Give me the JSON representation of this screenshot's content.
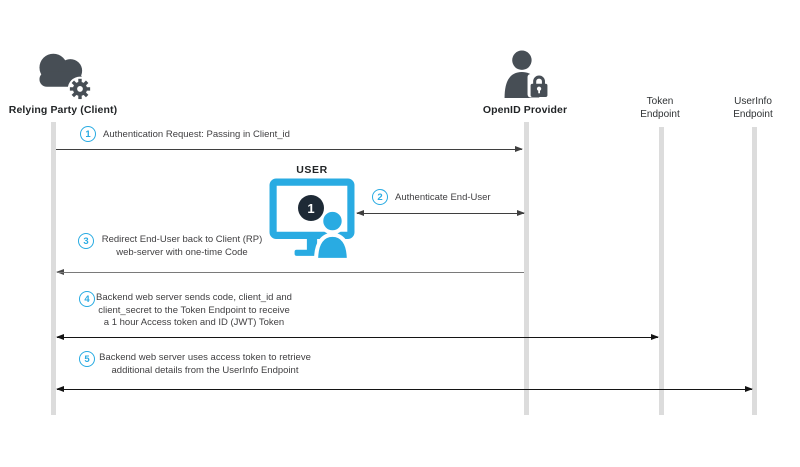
{
  "colors": {
    "accent_cyan": "#29ABE2",
    "icon_dark": "#474E55",
    "badge_dark": "#1E2A36",
    "lifeline_gray": "#DCDCDC",
    "arrow_dark": "#141414",
    "arrow_gray": "#7A7A7A",
    "text_dark": "#414042"
  },
  "icons": {
    "relying_party": "cloud-gear-icon",
    "openid_provider": "user-lock-icon",
    "user": "monitor-user-icon"
  },
  "participants": [
    {
      "id": "relying-party",
      "label": "Relying Party (Client)"
    },
    {
      "id": "openid-provider",
      "label": "OpenID Provider"
    },
    {
      "id": "token-endpoint",
      "label": "Token Endpoint"
    },
    {
      "id": "userinfo-endpoint",
      "label": "UserInfo Endpoint"
    }
  ],
  "user": {
    "label": "USER",
    "screen_badge": "1"
  },
  "steps": [
    {
      "number": "1",
      "lines": [
        "Authentication Request: Passing in Client_id"
      ],
      "from": "relying-party",
      "to": "openid-provider",
      "bidirectional": false
    },
    {
      "number": "2",
      "lines": [
        "Authenticate End-User"
      ],
      "from": "user",
      "to": "openid-provider",
      "bidirectional": true
    },
    {
      "number": "3",
      "lines": [
        "Redirect End-User back to Client (RP)",
        "web-server with one-time Code"
      ],
      "from": "openid-provider",
      "to": "relying-party",
      "bidirectional": false
    },
    {
      "number": "4",
      "lines": [
        "Backend web server sends code, client_id and",
        "client_secret to the Token Endpoint to receive",
        "a 1 hour Access token and ID (JWT) Token"
      ],
      "from": "relying-party",
      "to": "token-endpoint",
      "bidirectional": true
    },
    {
      "number": "5",
      "lines": [
        "Backend web server uses access token to retrieve",
        "additional details from the UserInfo Endpoint"
      ],
      "from": "relying-party",
      "to": "userinfo-endpoint",
      "bidirectional": true
    }
  ]
}
